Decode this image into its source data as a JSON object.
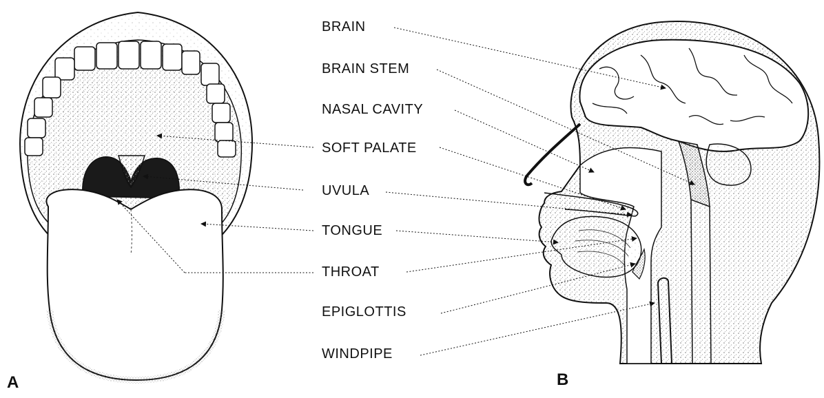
{
  "panels": {
    "a": "A",
    "b": "B"
  },
  "labels": {
    "brain": "BRAIN",
    "brain_stem": "BRAIN STEM",
    "nasal_cavity": "NASAL CAVITY",
    "soft_palate": "SOFT PALATE",
    "uvula": "UVULA",
    "tongue": "TONGUE",
    "throat": "THROAT",
    "epiglottis": "EPIGLOTTIS",
    "windpipe": "WINDPIPE"
  },
  "colors": {
    "ink": "#111111",
    "stipple": "#8a8a8a",
    "paper": "#ffffff",
    "dark_cavity": "#1a1a1a"
  }
}
